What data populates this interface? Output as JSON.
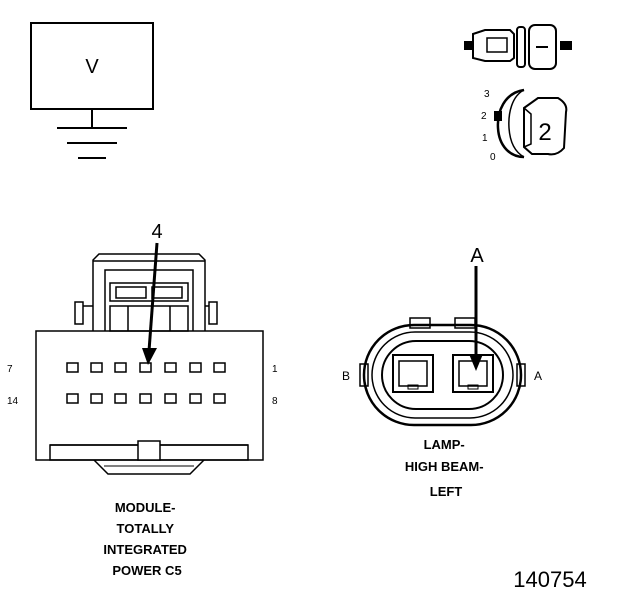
{
  "meter": {
    "symbol": "V"
  },
  "key_switch": {
    "positions": [
      "3",
      "2",
      "1",
      "0"
    ],
    "selected": "2"
  },
  "module_connector": {
    "callout": "4",
    "pin_labels": {
      "top_left": "7",
      "top_right": "1",
      "bottom_left": "14",
      "bottom_right": "8"
    },
    "title_lines": [
      "MODULE-",
      "TOTALLY",
      "INTEGRATED",
      "POWER C5"
    ]
  },
  "lamp_connector": {
    "callout": "A",
    "left_terminal": "B",
    "right_terminal": "A",
    "title_lines": [
      "LAMP-",
      "HIGH BEAM-",
      "LEFT"
    ]
  },
  "figure_number": "140754"
}
